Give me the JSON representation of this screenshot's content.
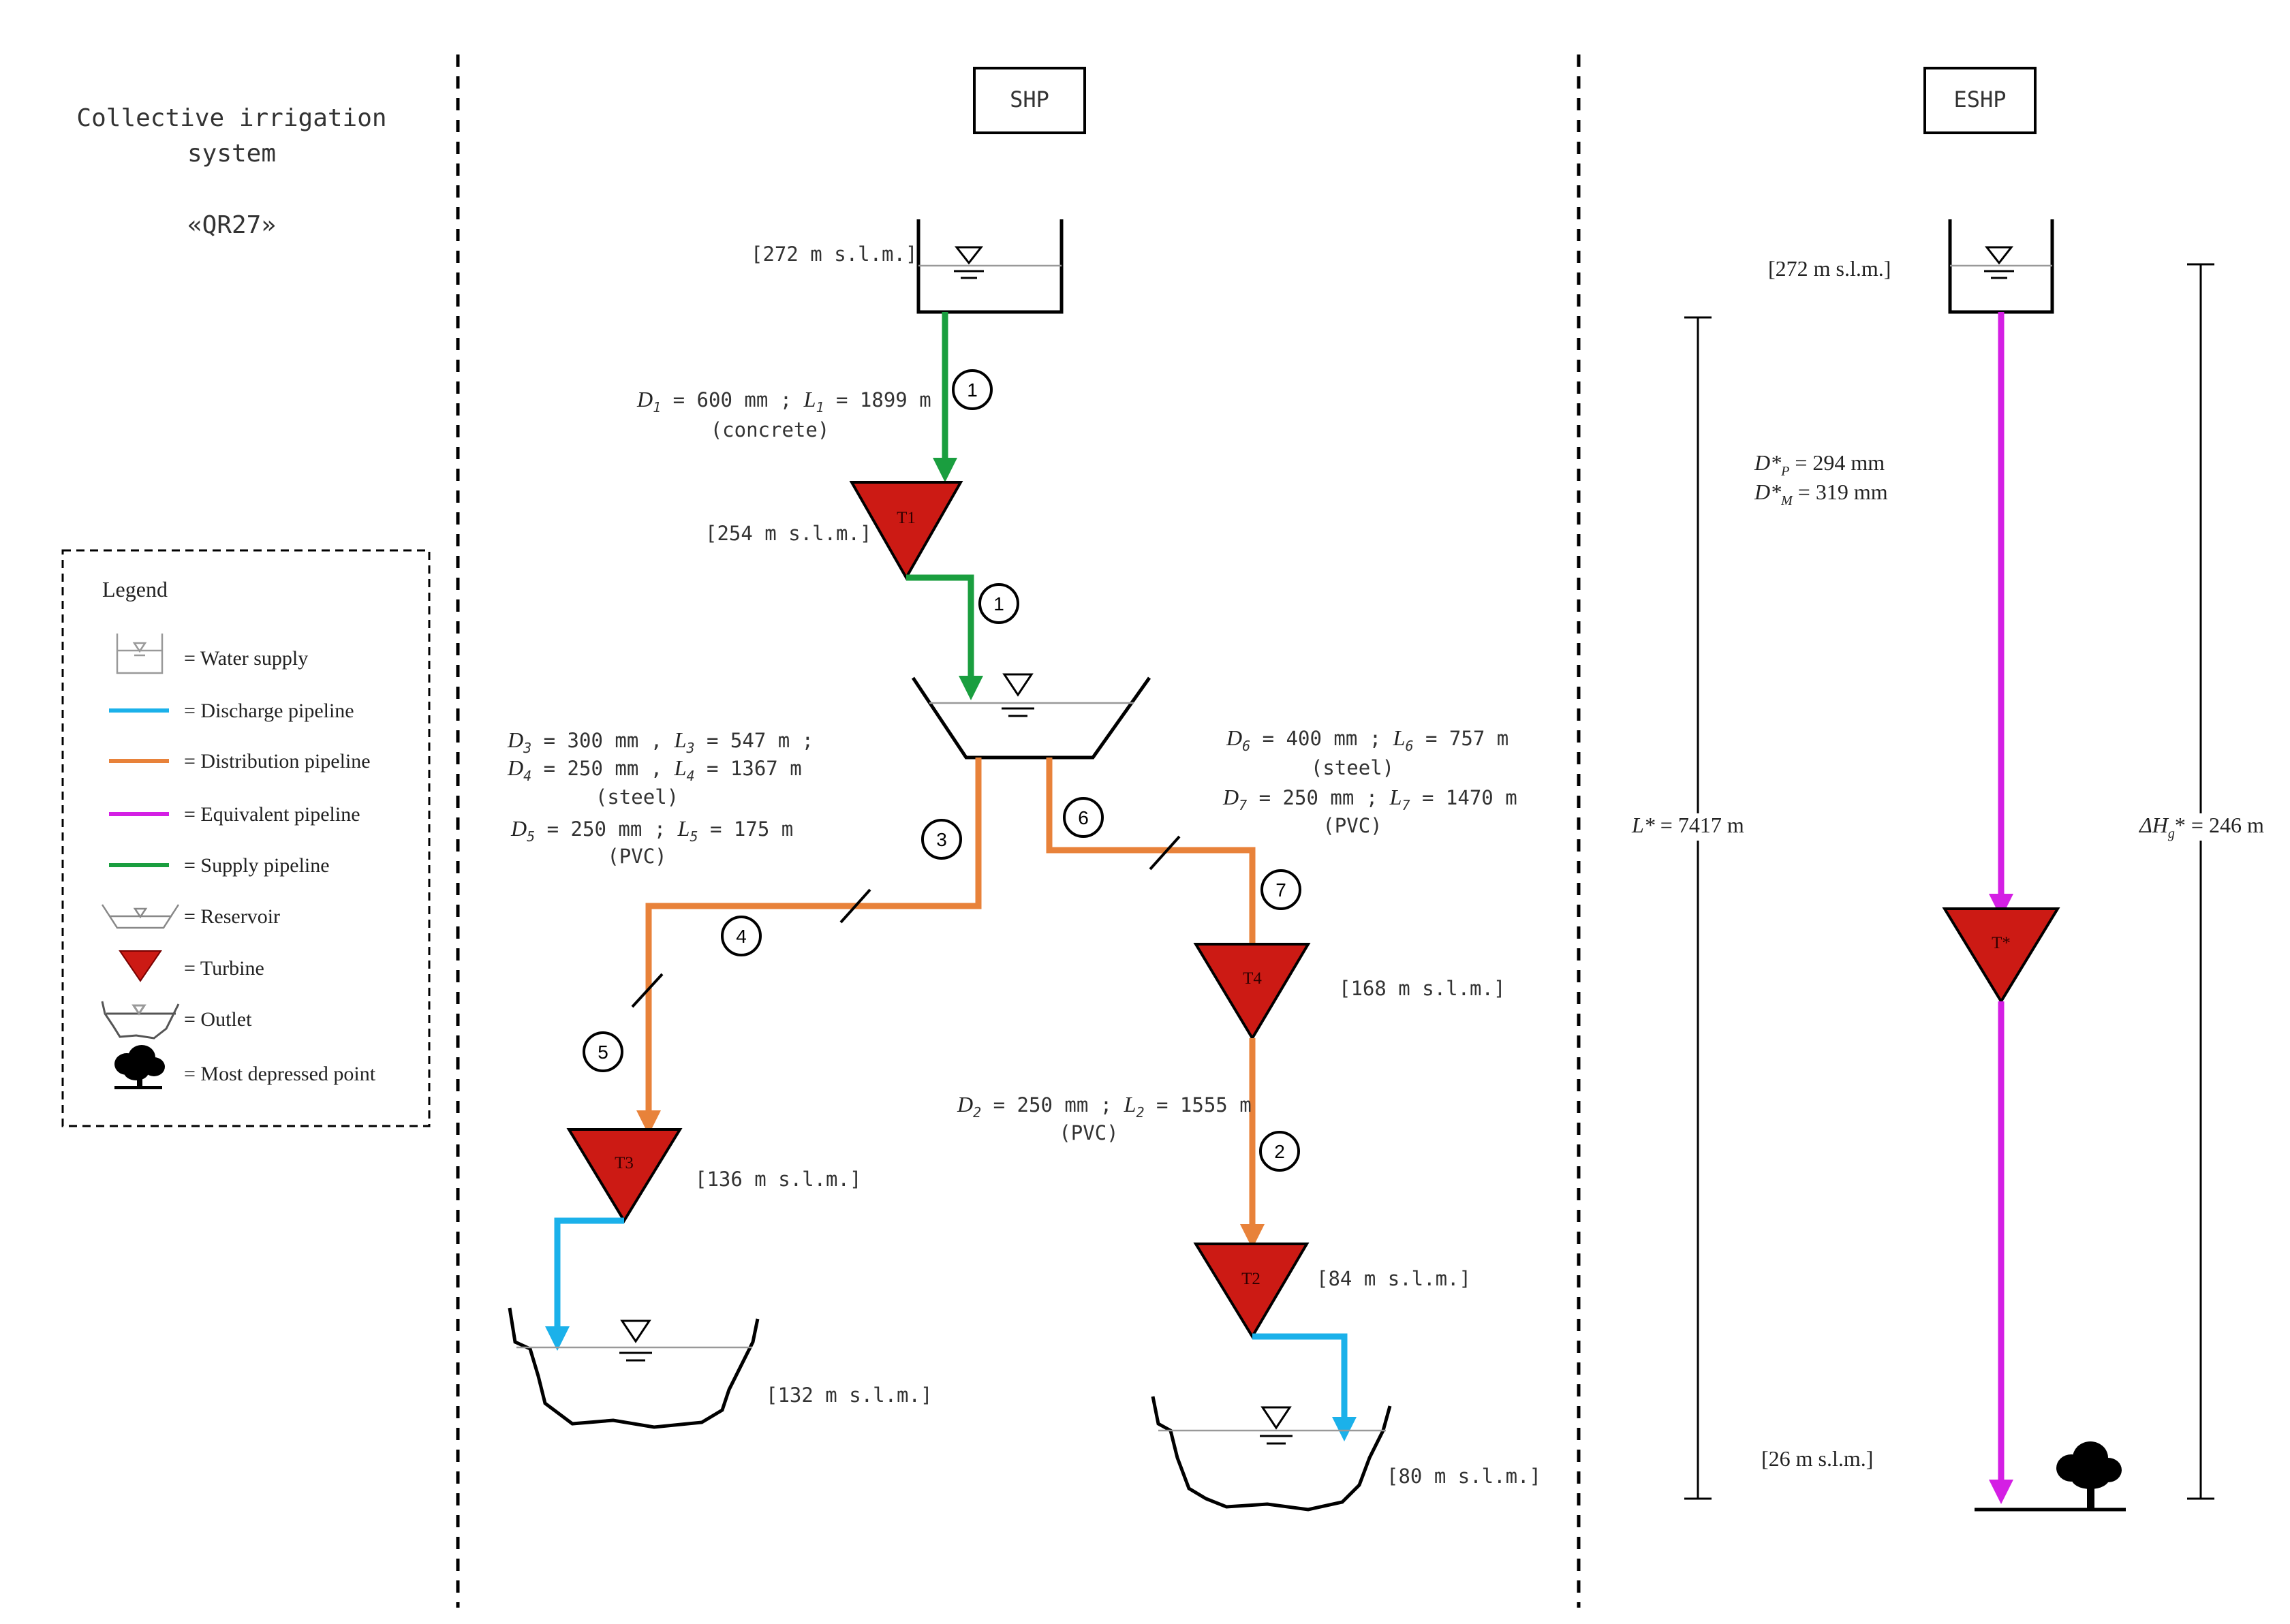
{
  "left_panel": {
    "title_line1": "Collective irrigation",
    "title_line2": "system",
    "code": "«QR27»"
  },
  "legend": {
    "title": "Legend",
    "items": [
      {
        "icon": "water-supply-icon",
        "label": "= Water supply"
      },
      {
        "icon": "discharge-pipeline-icon",
        "label": "= Discharge pipeline",
        "color": "#1bb1ea"
      },
      {
        "icon": "distribution-pipeline-icon",
        "label": "= Distribution pipeline",
        "color": "#e8823a"
      },
      {
        "icon": "equivalent-pipeline-icon",
        "label": "= Equivalent pipeline",
        "color": "#d41fe4"
      },
      {
        "icon": "supply-pipeline-icon",
        "label": "= Supply pipeline",
        "color": "#1a9e3f"
      },
      {
        "icon": "reservoir-icon",
        "label": "= Reservoir"
      },
      {
        "icon": "turbine-icon",
        "label": "= Turbine",
        "color": "#cc1a14"
      },
      {
        "icon": "outlet-icon",
        "label": "= Outlet"
      },
      {
        "icon": "tree-icon",
        "label": "= Most depressed point"
      }
    ]
  },
  "shp": {
    "header": "SHP",
    "supply_elev": "[272 m s.l.m.]",
    "t1": {
      "label": "T1",
      "elev": "[254 m s.l.m.]"
    },
    "t2": {
      "label": "T2",
      "elev": "[84 m s.l.m.]"
    },
    "t3": {
      "label": "T3",
      "elev": "[136 m s.l.m.]"
    },
    "t4": {
      "label": "T4",
      "elev": "[168 m s.l.m.]"
    },
    "outlet_left_elev": "[132 m s.l.m.]",
    "outlet_right_elev": "[80 m s.l.m.]",
    "pipe1": {
      "D": "D",
      "sub": "1",
      "dval": " = 600 mm ; ",
      "L": "L",
      "lsub": "1",
      "lval": " = 1899 m",
      "material": "(concrete)"
    },
    "pipes345": {
      "l1_D": "D",
      "l1_dsub": "3",
      "l1_dval": " = 300 mm , ",
      "l1_L": "L",
      "l1_lsub": "3",
      "l1_lval": " = 547 m ;",
      "l2_D": "D",
      "l2_dsub": "4",
      "l2_dval": " = 250 mm , ",
      "l2_L": "L",
      "l2_lsub": "4",
      "l2_lval": " = 1367 m",
      "l3": "(steel)",
      "l4_D": "D",
      "l4_dsub": "5",
      "l4_dval": " = 250 mm ; ",
      "l4_L": "L",
      "l4_lsub": "5",
      "l4_lval": " = 175 m",
      "l5": "(PVC)"
    },
    "pipes67": {
      "l1_D": "D",
      "l1_dsub": "6",
      "l1_dval": " = 400 mm ; ",
      "l1_L": "L",
      "l1_lsub": "6",
      "l1_lval": " = 757 m",
      "l2": "(steel)",
      "l3_D": "D",
      "l3_dsub": "7",
      "l3_dval": " = 250 mm ; ",
      "l3_L": "L",
      "l3_lsub": "7",
      "l3_lval": " = 1470 m",
      "l4": "(PVC)"
    },
    "pipe2": {
      "D": "D",
      "sub": "2",
      "dval": " = 250 mm ; ",
      "L": "L",
      "lsub": "2",
      "lval": " = 1555 m",
      "material": "(PVC)"
    },
    "circle_numbers": [
      "1",
      "1",
      "3",
      "4",
      "5",
      "6",
      "7",
      "2"
    ]
  },
  "eshp": {
    "header": "ESHP",
    "supply_elev": "[272 m s.l.m.]",
    "bottom_elev": "[26 m s.l.m.]",
    "turbine_label": "T*",
    "dp_main": "D*",
    "dp_sub": "P",
    "dp_val": " = 294 mm",
    "dm_main": "D*",
    "dm_sub": "M",
    "dm_val": " = 319 mm",
    "length_main": "L*",
    "length_val": " = 7417 m",
    "head_main": "ΔH",
    "head_sub": "g",
    "head_val": "* = 246 m"
  }
}
